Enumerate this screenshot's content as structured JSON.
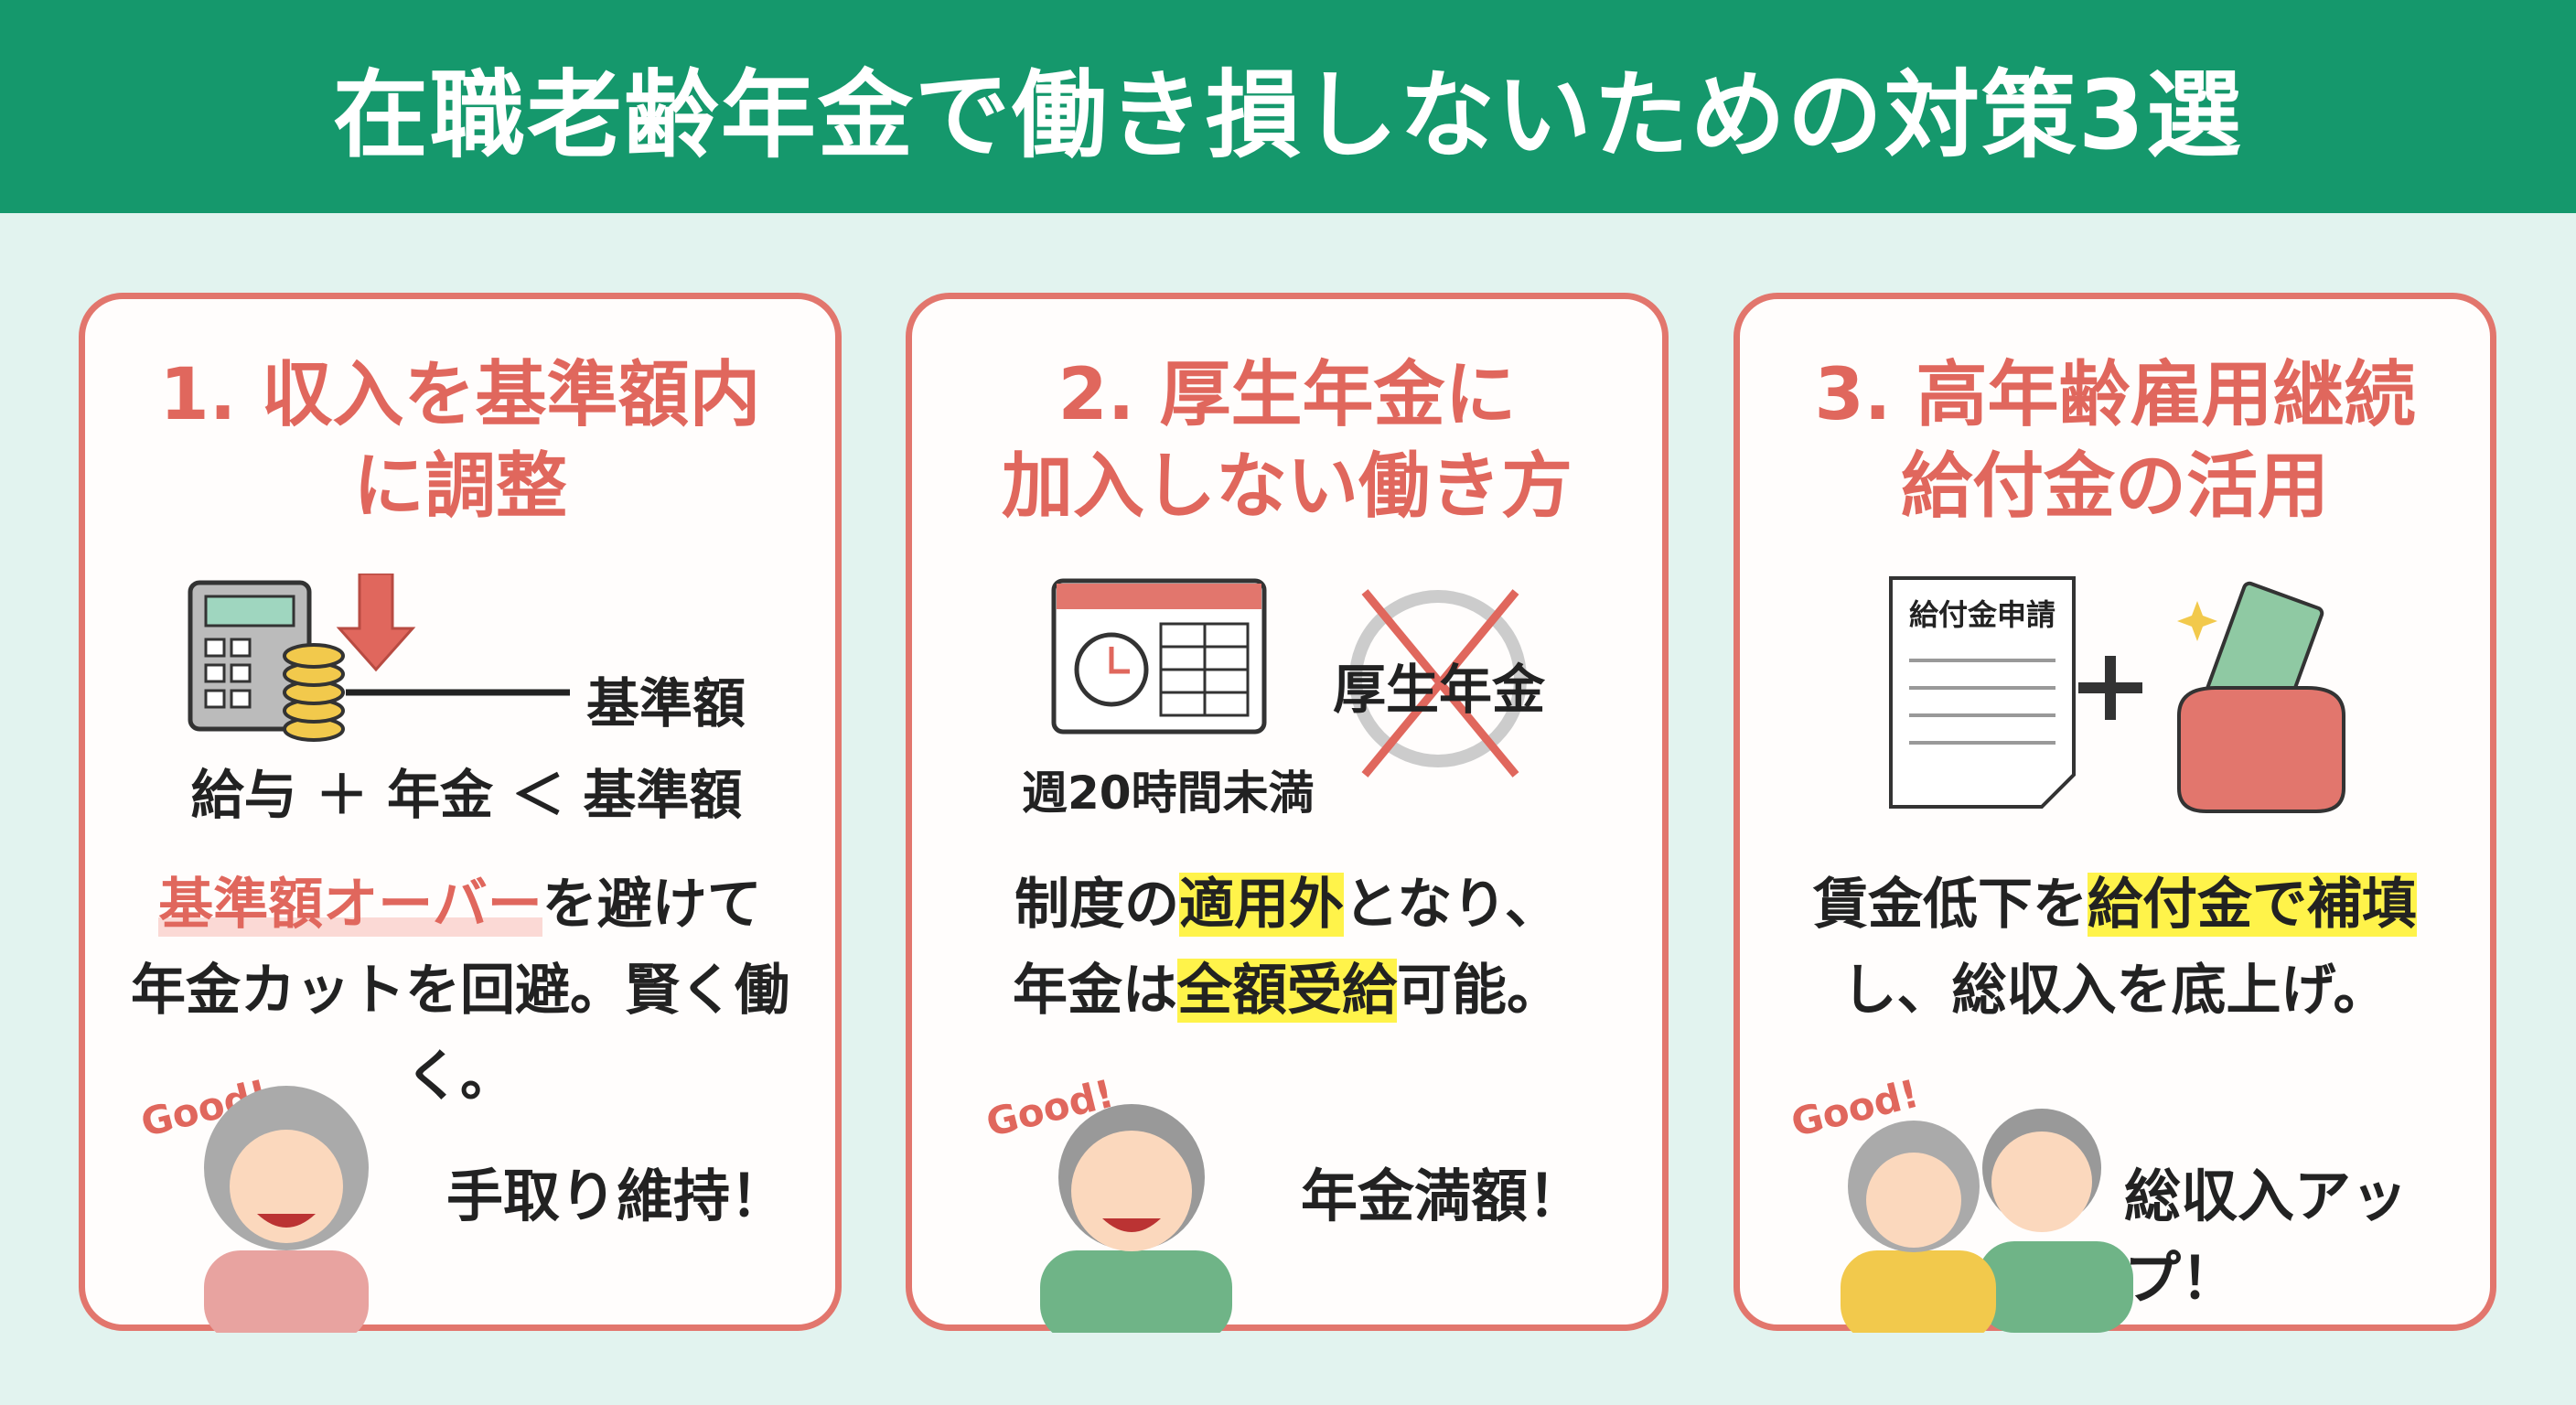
{
  "header": {
    "title": "在職老齢年金で働き損しないための対策3選"
  },
  "cards": [
    {
      "title_line1": "1. 収入を基準額内",
      "title_line2": "に調整",
      "label_threshold": "基準額",
      "formula": "給与 ＋ 年金 ＜ 基準額",
      "body_highlight": "基準額オーバー",
      "body_rest1": "を避けて",
      "body_line2": "年金カットを回避。賢く働く。",
      "good": "Good!",
      "caption": "手取り維持！"
    },
    {
      "title_line1": "2. 厚生年金に",
      "title_line2": "加入しない働き方",
      "label_pension": "厚生年金",
      "label_hours": "週20時間未満",
      "body_pre": "制度の",
      "body_highlight1": "適用外",
      "body_post1": "となり、",
      "body_pre2": "年金は",
      "body_highlight2": "全額受給",
      "body_post2": "可能。",
      "good": "Good!",
      "caption": "年金満額！"
    },
    {
      "title_line1": "3. 高年齢雇用継続",
      "title_line2": "給付金の活用",
      "doc_title": "給付金申請",
      "body_pre": "賃金低下を",
      "body_highlight": "給付金で補填",
      "body_line2": "し、総収入を底上げ。",
      "good": "Good!",
      "caption": "総収入アップ！"
    }
  ],
  "colors": {
    "header": "#15986c",
    "accent": "#e0675d",
    "background": "#e2f3ef",
    "highlight": "#fff34a"
  }
}
